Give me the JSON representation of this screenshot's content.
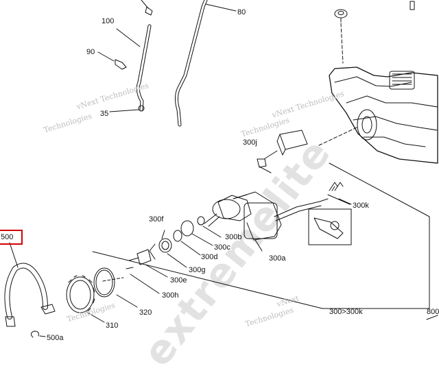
{
  "labels": {
    "l100": "100",
    "l90": "90",
    "l80": "80",
    "l35": "35",
    "l300j": "300j",
    "l300k": "300k",
    "l300f": "300f",
    "l300b": "300b",
    "l300c": "300c",
    "l300d": "300d",
    "l300a": "300a",
    "l300g": "300g",
    "l300e": "300e",
    "l300h": "300h",
    "l320": "320",
    "l310": "310",
    "l500": "500",
    "l500a": "500a",
    "l300range": "300>300k",
    "l800": "800"
  },
  "watermarks": {
    "vnext": "vNext",
    "tech": "Technologies",
    "vnext_full": "vNext Technologies",
    "brand": "extremelite"
  },
  "colors": {
    "highlight": "#d10000",
    "line": "#111111"
  }
}
